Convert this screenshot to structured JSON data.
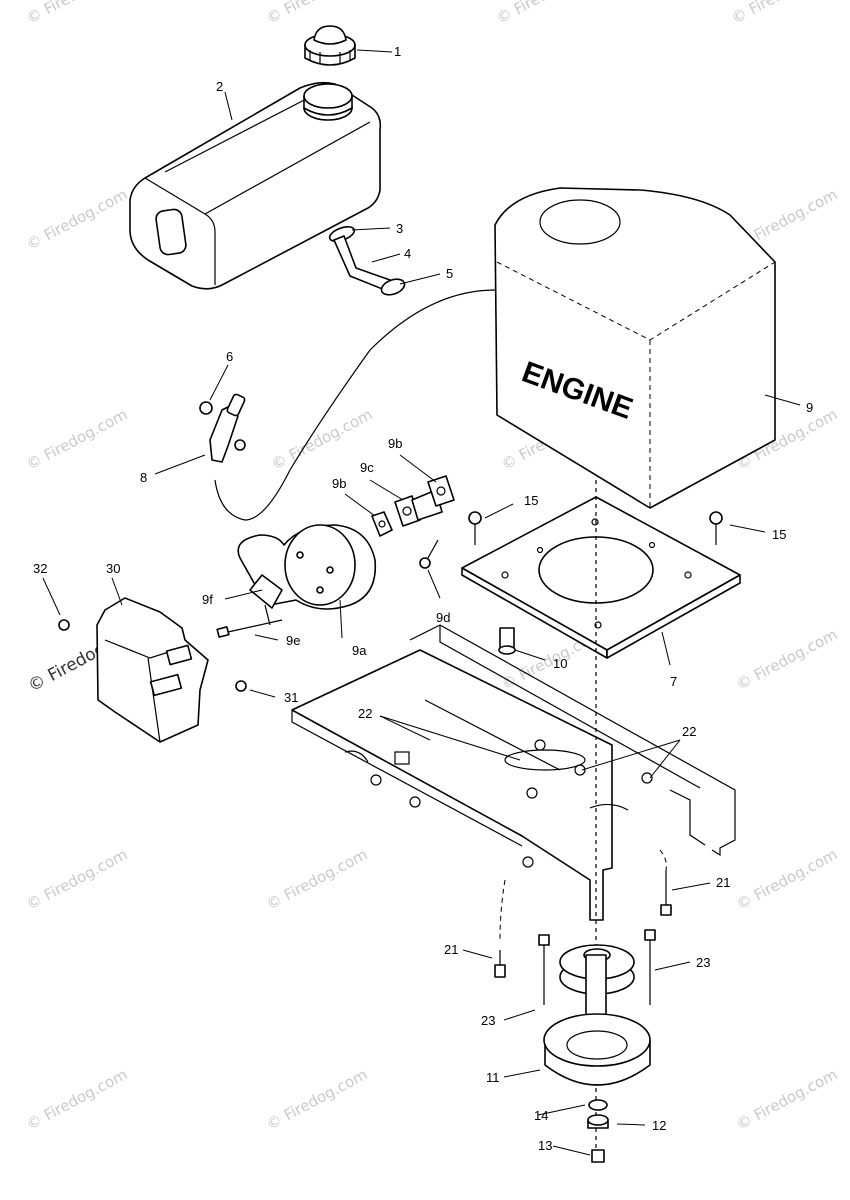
{
  "engine_label": "ENGINE",
  "watermark": "© Firedog.com",
  "callouts": {
    "c1": "1",
    "c2": "2",
    "c3": "3",
    "c4": "4",
    "c5": "5",
    "c6": "6",
    "c7": "7",
    "c8": "8",
    "c9": "9",
    "c9a": "9a",
    "c9b_1": "9b",
    "c9b_2": "9b",
    "c9c": "9c",
    "c9d": "9d",
    "c9e": "9e",
    "c9f": "9f",
    "c10": "10",
    "c11": "11",
    "c12": "12",
    "c13": "13",
    "c14": "14",
    "c15_1": "15",
    "c15_2": "15",
    "c21_1": "21",
    "c21_2": "21",
    "c22_1": "22",
    "c22_2": "22",
    "c23_1": "23",
    "c23_2": "23",
    "c30": "30",
    "c31": "31",
    "c32": "32"
  }
}
